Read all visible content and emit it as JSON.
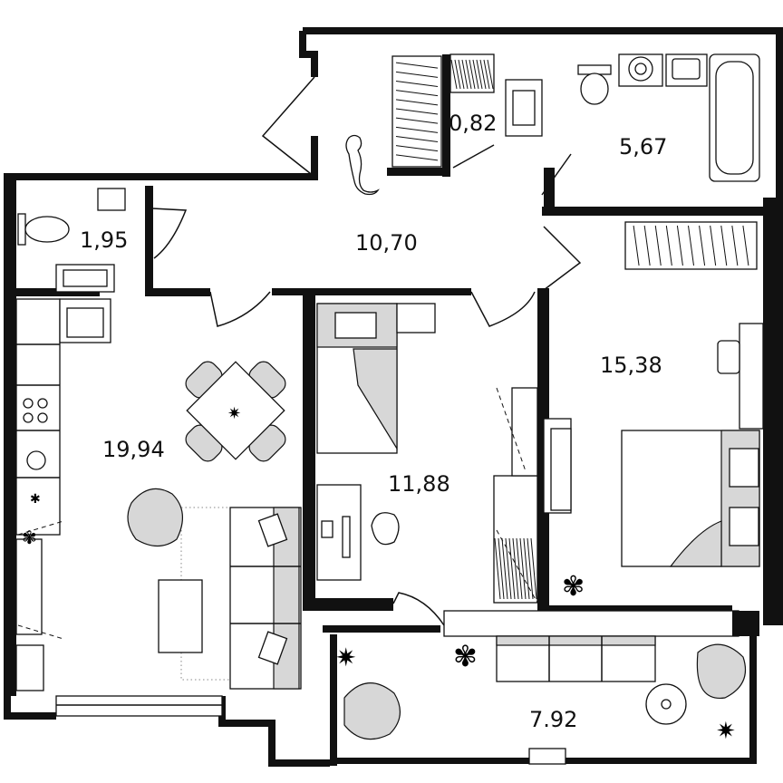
{
  "plan": {
    "rooms": [
      {
        "id": "storage",
        "area": "0,82"
      },
      {
        "id": "bathroom",
        "area": "5,67"
      },
      {
        "id": "wc",
        "area": "1,95"
      },
      {
        "id": "hall",
        "area": "10,70"
      },
      {
        "id": "bedroom",
        "area": "15,38"
      },
      {
        "id": "living-kitchen",
        "area": "19,94"
      },
      {
        "id": "kids-room",
        "area": "11,88"
      },
      {
        "id": "balcony",
        "area": "7.92"
      }
    ],
    "colors": {
      "walls": "#111111",
      "fabric": "#d7d7d7",
      "background": "#ffffff"
    }
  }
}
